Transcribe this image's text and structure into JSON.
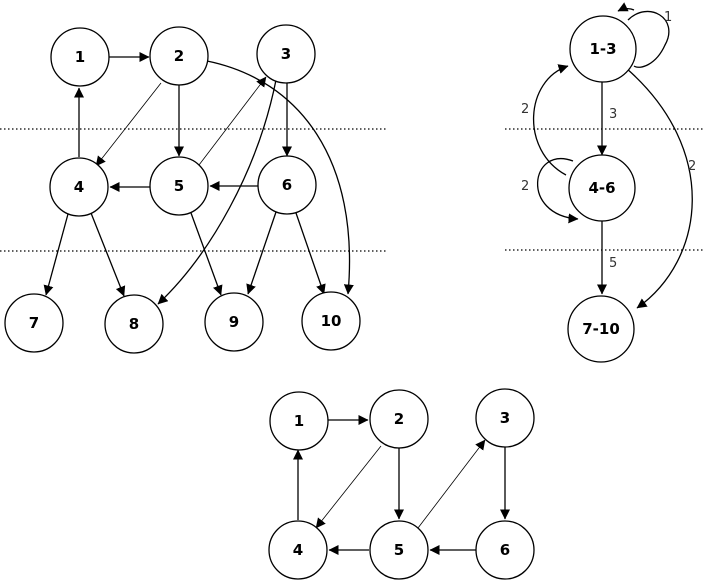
{
  "colors": {
    "stroke": "#000000",
    "background": "#ffffff",
    "edge_label": "#333333"
  },
  "graphs": {
    "left": {
      "nodes": [
        {
          "id": "L1",
          "label": "1"
        },
        {
          "id": "L2",
          "label": "2"
        },
        {
          "id": "L3",
          "label": "3"
        },
        {
          "id": "L4",
          "label": "4"
        },
        {
          "id": "L5",
          "label": "5"
        },
        {
          "id": "L6",
          "label": "6"
        },
        {
          "id": "L7",
          "label": "7"
        },
        {
          "id": "L8",
          "label": "8"
        },
        {
          "id": "L9",
          "label": "9"
        },
        {
          "id": "L10",
          "label": "10"
        }
      ],
      "edges": [
        {
          "from": "1",
          "to": "2"
        },
        {
          "from": "2",
          "to": "4"
        },
        {
          "from": "2",
          "to": "5"
        },
        {
          "from": "2",
          "to": "10"
        },
        {
          "from": "3",
          "to": "6"
        },
        {
          "from": "3",
          "to": "8"
        },
        {
          "from": "4",
          "to": "1"
        },
        {
          "from": "4",
          "to": "7"
        },
        {
          "from": "4",
          "to": "8"
        },
        {
          "from": "5",
          "to": "3"
        },
        {
          "from": "5",
          "to": "4"
        },
        {
          "from": "5",
          "to": "9"
        },
        {
          "from": "6",
          "to": "5"
        },
        {
          "from": "6",
          "to": "9"
        },
        {
          "from": "6",
          "to": "10"
        }
      ]
    },
    "right": {
      "nodes": [
        {
          "id": "R13",
          "label": "1-3"
        },
        {
          "id": "R46",
          "label": "4-6"
        },
        {
          "id": "R710",
          "label": "7-10"
        }
      ],
      "edges": [
        {
          "from": "1-3",
          "to": "1-3",
          "label": "1"
        },
        {
          "from": "1-3",
          "to": "4-6",
          "label": "3"
        },
        {
          "from": "4-6",
          "to": "1-3",
          "label": "2"
        },
        {
          "from": "4-6",
          "to": "4-6",
          "label": "2"
        },
        {
          "from": "1-3",
          "to": "7-10",
          "label": "2"
        },
        {
          "from": "4-6",
          "to": "7-10",
          "label": "5"
        }
      ]
    },
    "bottom": {
      "nodes": [
        {
          "id": "B1",
          "label": "1"
        },
        {
          "id": "B2",
          "label": "2"
        },
        {
          "id": "B3",
          "label": "3"
        },
        {
          "id": "B4",
          "label": "4"
        },
        {
          "id": "B5",
          "label": "5"
        },
        {
          "id": "B6",
          "label": "6"
        }
      ],
      "edges": [
        {
          "from": "1",
          "to": "2"
        },
        {
          "from": "2",
          "to": "4"
        },
        {
          "from": "2",
          "to": "5"
        },
        {
          "from": "3",
          "to": "6"
        },
        {
          "from": "4",
          "to": "1"
        },
        {
          "from": "5",
          "to": "3"
        },
        {
          "from": "5",
          "to": "4"
        },
        {
          "from": "6",
          "to": "5"
        }
      ]
    }
  }
}
